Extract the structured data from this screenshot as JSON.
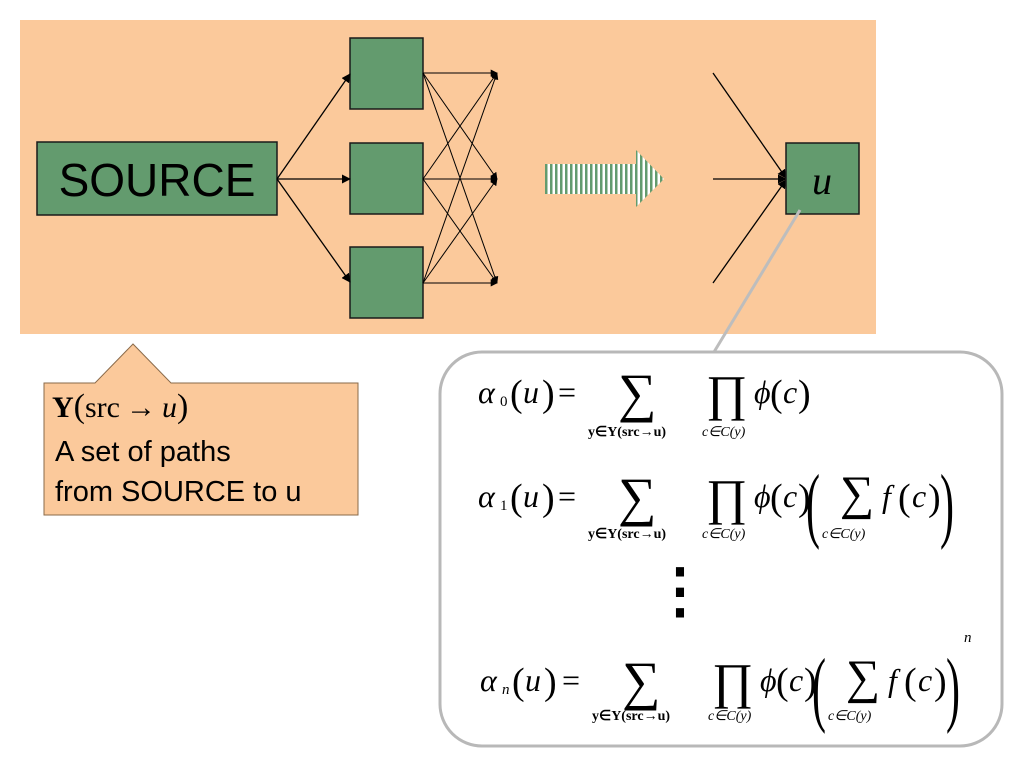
{
  "diagram": {
    "source_label": "SOURCE",
    "target_label": "u",
    "colors": {
      "panel_bg": "#FBC99B",
      "node_fill": "#639B6E",
      "node_stroke": "#1a1a1a",
      "callout_bg": "#FBC99B",
      "formula_border": "#b8b8b8"
    }
  },
  "callout": {
    "math_Y": "Y",
    "math_src": "src",
    "math_arrow": "→",
    "math_u": "u",
    "line1": "A set of paths",
    "line2": "from SOURCE to u"
  },
  "formulas": {
    "alpha": "α",
    "sub0": "0",
    "sub1": "1",
    "subn": "n",
    "u": "u",
    "eq": "=",
    "sum": "∑",
    "prod": "∏",
    "phi": "ϕ",
    "c": "c",
    "f": "f",
    "sum_under": "y∈Y(src→u)",
    "prod_under": "c∈C(y)",
    "inner_under": "c∈C(y)",
    "power_n": "n",
    "dots": "⋮"
  }
}
